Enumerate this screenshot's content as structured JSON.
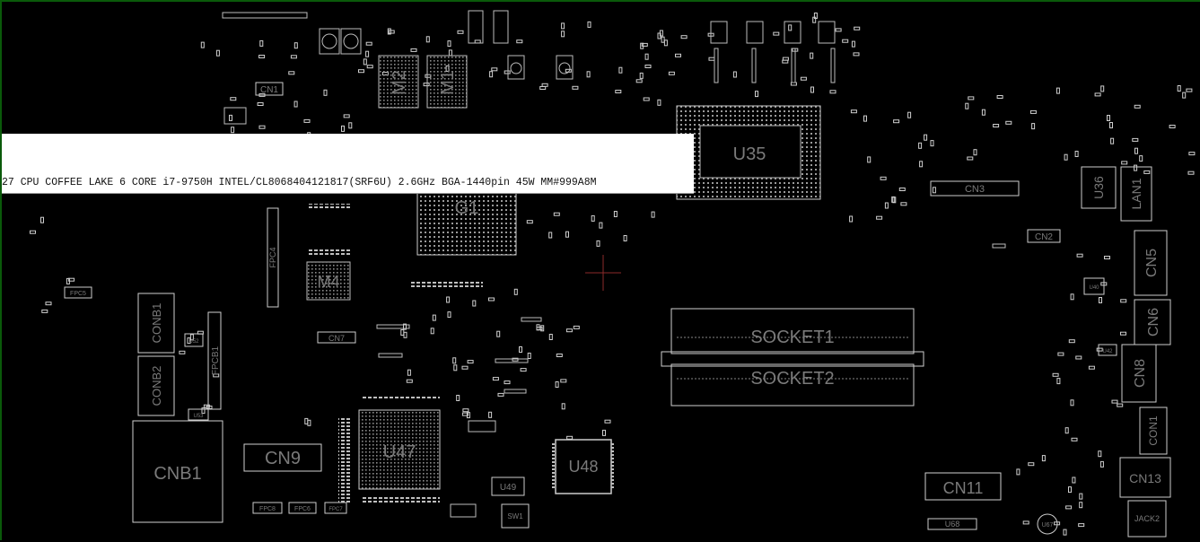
{
  "tooltip": {
    "text": "27 CPU COFFEE LAKE 6 CORE i7-9750H INTEL/CL8068404121817(SRF6U) 2.6GHz BGA-1440pin 45W MM#999A8M"
  },
  "components": {
    "u35": "U35",
    "g1": "G1",
    "m1": "M1",
    "m2": "M2",
    "m4": "M4",
    "u47": "U47",
    "u48": "U48",
    "u49": "U49",
    "cn1": "CN1",
    "cn2": "CN2",
    "cn3": "CN3",
    "cn5": "CN5",
    "cn6": "CN6",
    "cn7": "CN7",
    "cn8": "CN8",
    "cn9": "CN9",
    "cn11": "CN11",
    "cn13": "CN13",
    "con1": "CON1",
    "conb1": "CONB1",
    "conb2": "CONB2",
    "cnb1": "CNB1",
    "fpc4": "FPC4",
    "fpc5": "FPC5",
    "fpc6": "FPC6",
    "fpc7": "FPC7",
    "fpc8": "FPC8",
    "fpcb1": "FPCB1",
    "socket1": "SOCKET1",
    "socket2": "SOCKET2",
    "u36": "U36",
    "lan1": "LAN1",
    "u40": "U40",
    "u42": "U42",
    "u52": "U52",
    "u53": "U53",
    "u67": "U67",
    "u68": "U68",
    "sw1": "SW1",
    "jack2": "JACK2"
  },
  "colors": {
    "outline": "#cfcfcf",
    "label": "#7a7a7a",
    "crosshair": "#8b2a2a",
    "border": "#0a5a0a"
  }
}
